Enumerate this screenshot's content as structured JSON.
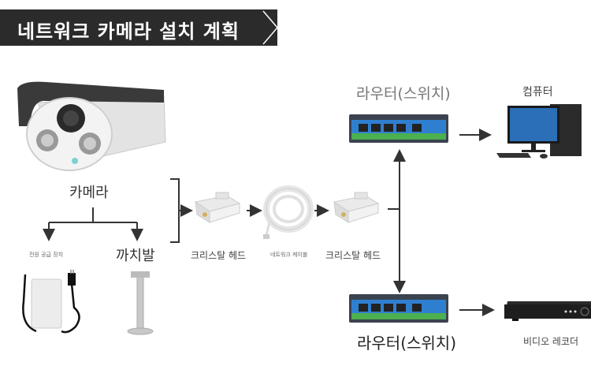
{
  "title": "네트워크 카메라 설치 계획",
  "nodes": {
    "camera": {
      "label": "카메라",
      "icon": "cctv-camera-icon"
    },
    "power_supply": {
      "label": "전원 공급 장치",
      "icon": "power-adapter-icon"
    },
    "bracket": {
      "label": "까치발",
      "icon": "camera-bracket-icon"
    },
    "crystal_head_1": {
      "label": "크리스탈 헤드",
      "icon": "rj45-connector-icon"
    },
    "network_cable": {
      "label": "네트워크 케이블",
      "icon": "network-cable-icon"
    },
    "crystal_head_2": {
      "label": "크리스탈 헤드",
      "icon": "rj45-connector-icon"
    },
    "router_top": {
      "label": "라우터(스위치)",
      "icon": "network-switch-icon"
    },
    "router_bottom": {
      "label": "라우터(스위치)",
      "icon": "network-switch-icon"
    },
    "computer": {
      "label": "컴퓨터",
      "icon": "desktop-computer-icon"
    },
    "video_recorder": {
      "label": "비디오 레코더",
      "icon": "dvr-recorder-icon"
    }
  },
  "connections": [
    [
      "camera",
      "power_supply"
    ],
    [
      "camera",
      "bracket"
    ],
    [
      "camera",
      "crystal_head_1"
    ],
    [
      "crystal_head_1",
      "network_cable"
    ],
    [
      "network_cable",
      "crystal_head_2"
    ],
    [
      "crystal_head_2",
      "router_top"
    ],
    [
      "crystal_head_2",
      "router_bottom"
    ],
    [
      "router_top",
      "computer"
    ],
    [
      "router_bottom",
      "video_recorder"
    ]
  ],
  "colors": {
    "title_bg": "#2b2b2b",
    "title_text": "#ffffff",
    "line": "#333333",
    "switch_blue": "#2f7fd0",
    "switch_green": "#4caf50"
  }
}
